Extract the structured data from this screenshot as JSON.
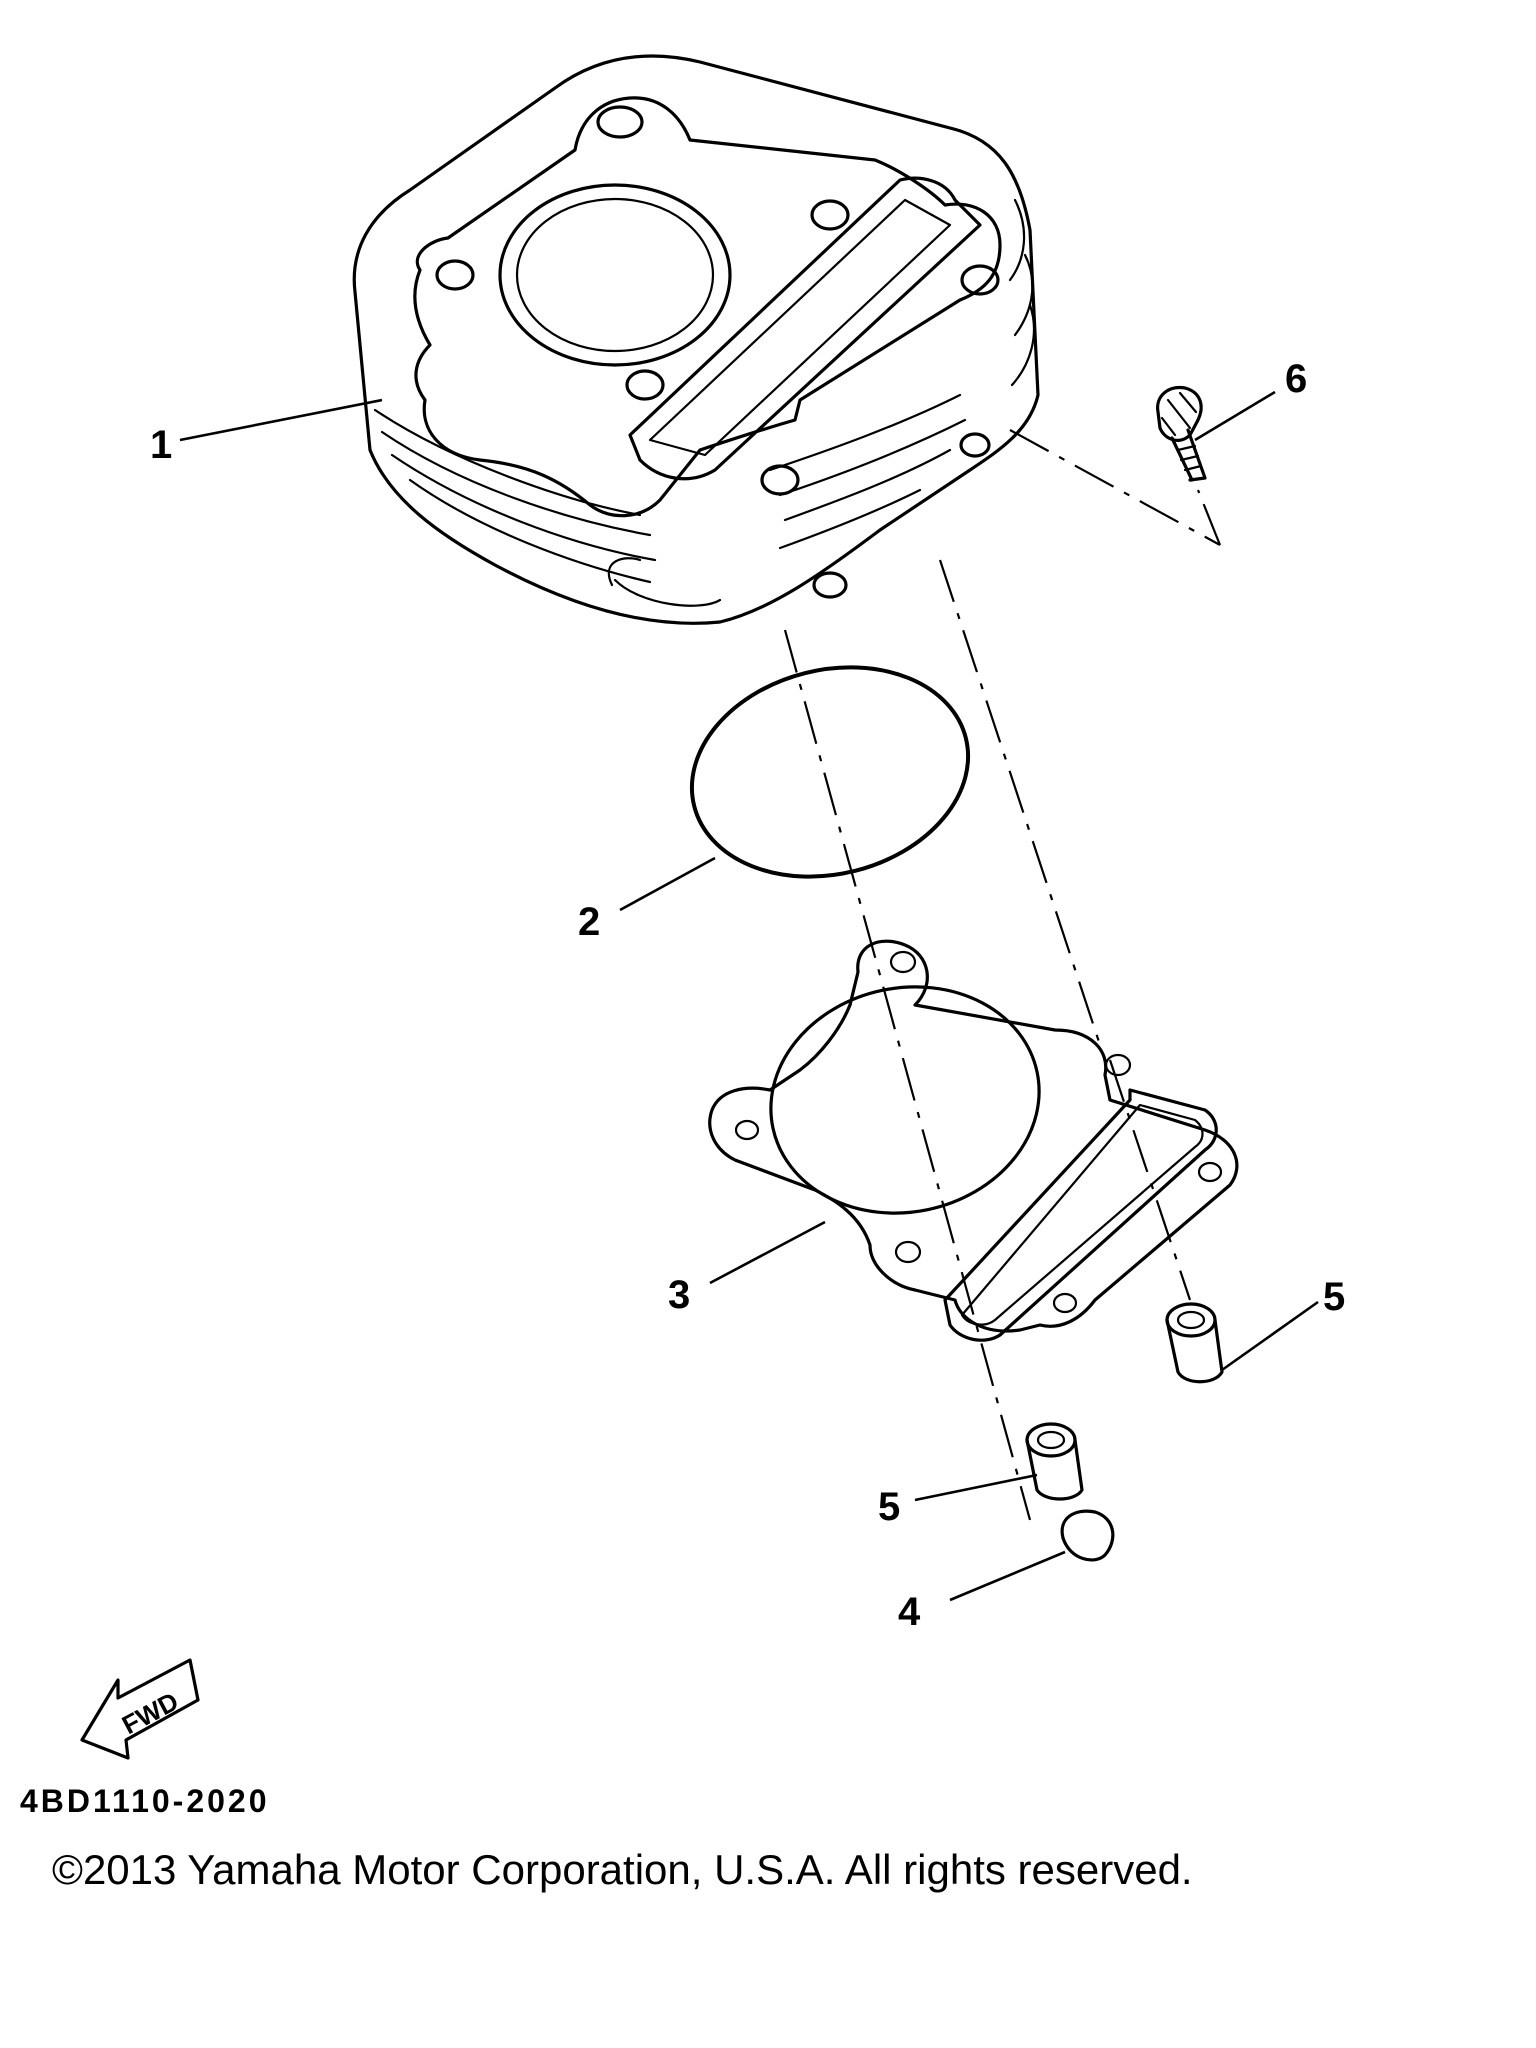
{
  "callouts": {
    "cylinder": "1",
    "o_ring": "2",
    "gasket": "3",
    "pin": "4",
    "dowel_right": "5",
    "dowel_left": "5",
    "bolt": "6"
  },
  "fwd_label": "FWD",
  "diagram_code": "4BD1110-2020",
  "copyright": "©2013 Yamaha Motor Corporation, U.S.A. All rights reserved."
}
